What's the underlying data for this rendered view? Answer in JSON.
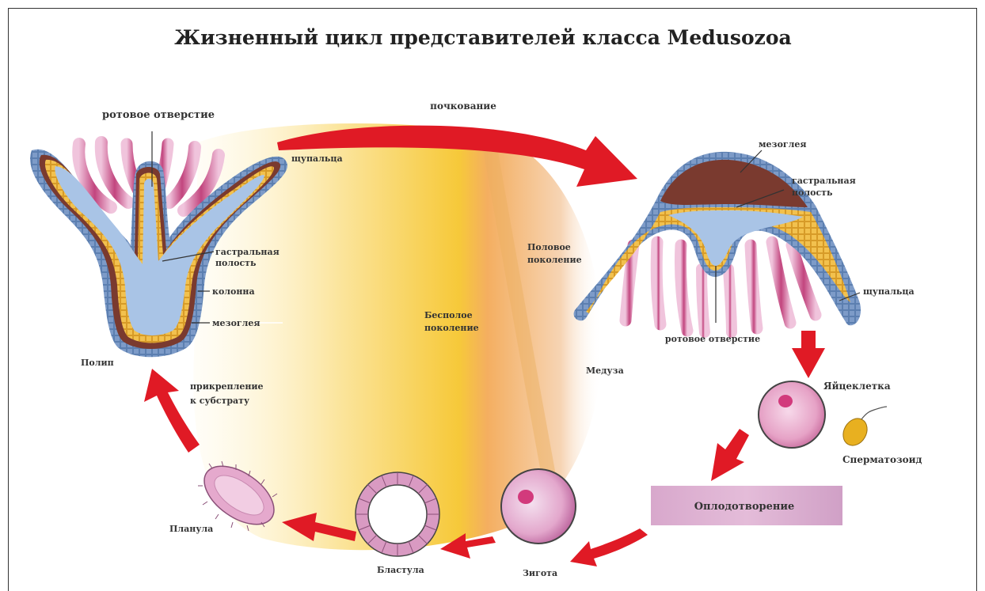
{
  "title": "Жизненный цикл представителей класса Medusozoa",
  "labels": {
    "budding": "почкование",
    "polyp_mouth": "ротовое отверстие",
    "polyp_tentacles": "щупальца",
    "polyp_cavity_1": "гастральная",
    "polyp_cavity_2": "полость",
    "polyp_column": "колонна",
    "polyp_mesoglea": "мезоглея",
    "polyp": "Полип",
    "attachment_1": "прикрепление",
    "attachment_2": "к субстрату",
    "asexual_1": "Бесполое",
    "asexual_2": "поколение",
    "sexual_1": "Половое",
    "sexual_2": "поколение",
    "medusa_mesoglea": "мезоглея",
    "medusa_cavity_1": "гастральная",
    "medusa_cavity_2": "полость",
    "medusa_tentacles": "щупальца",
    "medusa_mouth": "ротовое отверстие",
    "medusa": "Медуза",
    "egg": "Яйцеклетка",
    "sperm": "Сперматозоид",
    "fertilization": "Оплодотворение",
    "zygote": "Зигота",
    "blastula": "Бластула",
    "planula": "Планула"
  },
  "colors": {
    "asexual_field": "#f6c62f",
    "sexual_field": "#f0a050",
    "arrow": "#e01a25",
    "gastral_cavity": "#a9c4e6",
    "ectoderm": "#5c7fb0",
    "endoderm": "#f2c14e",
    "mesoglea": "#7a3a2f",
    "tentacle": "#c2457e",
    "cell_pink": "#e8a6c8",
    "sperm_yellow": "#e8b020",
    "fertilization_band": "#dcb0d2"
  }
}
